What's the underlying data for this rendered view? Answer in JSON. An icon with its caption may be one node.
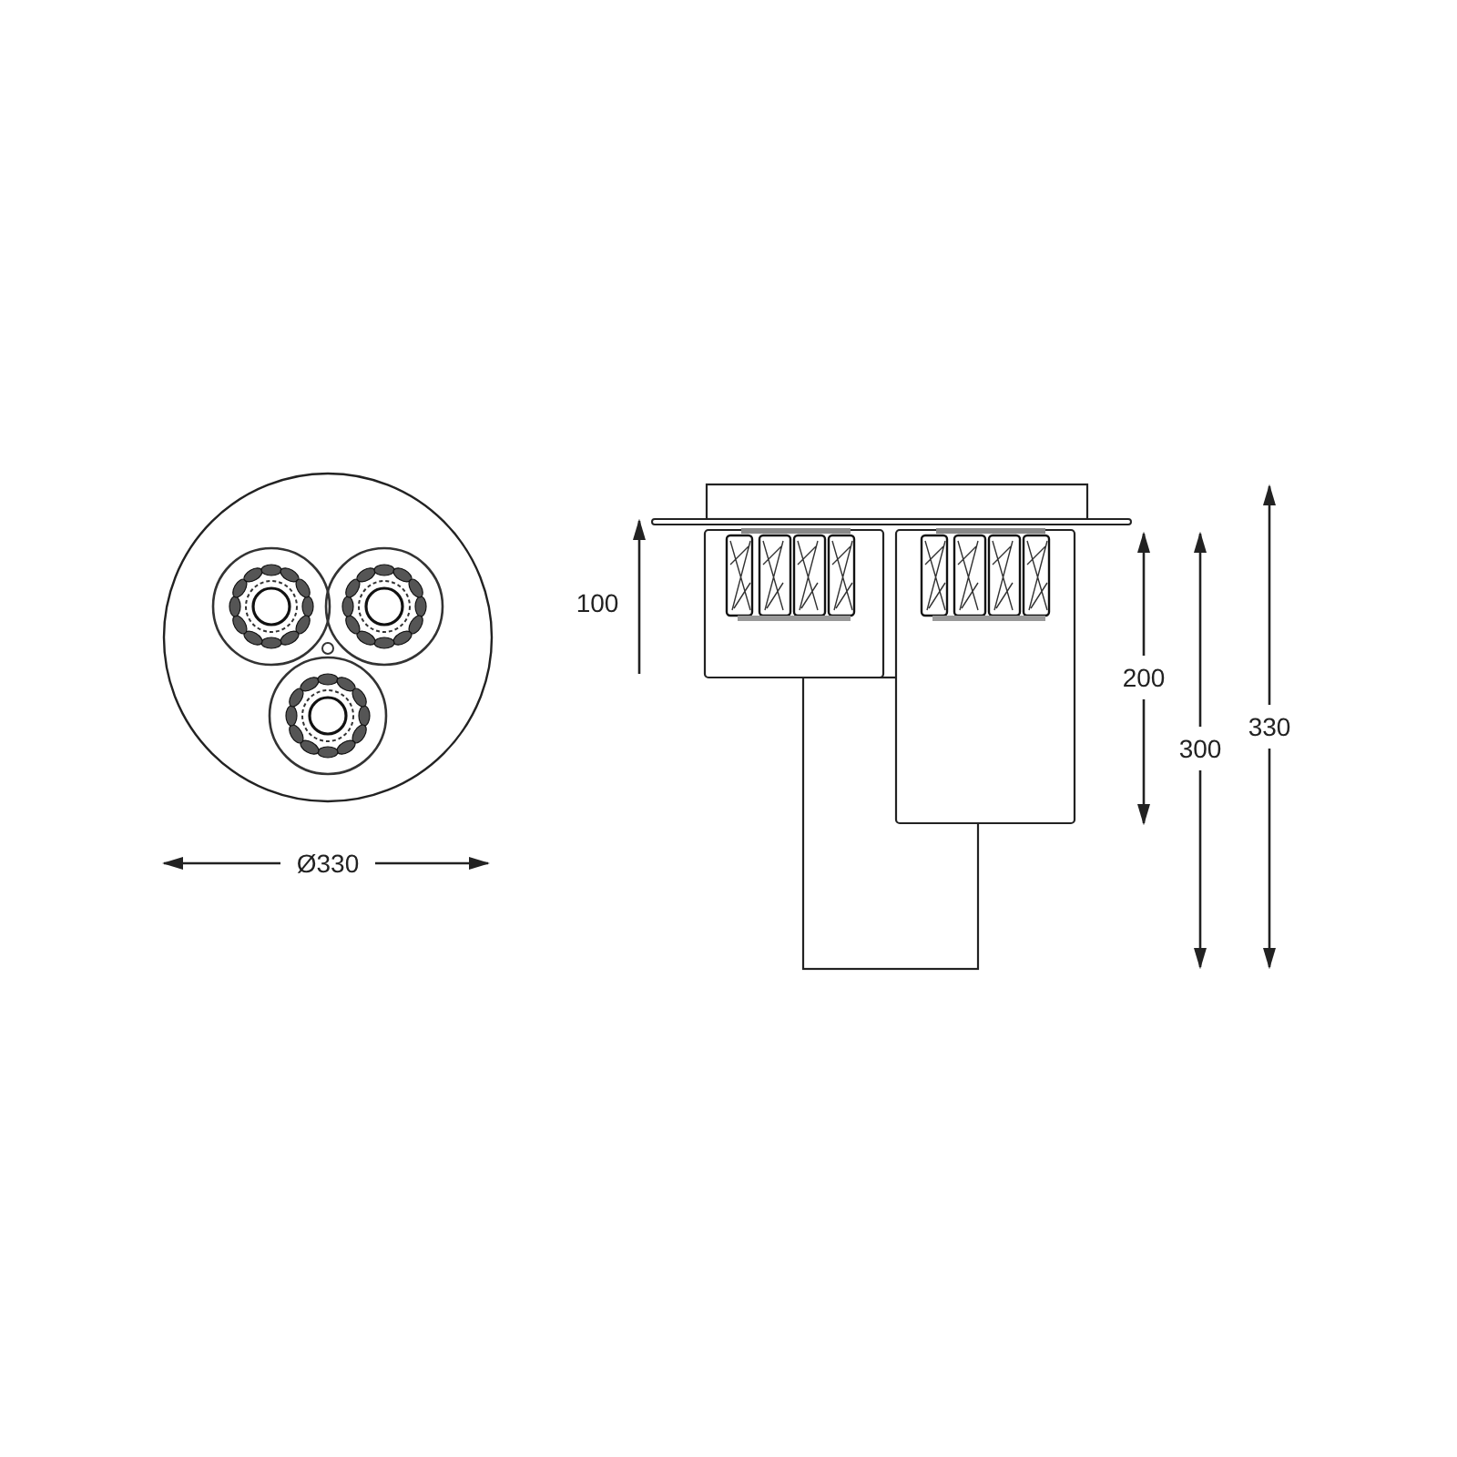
{
  "diagram": {
    "labels": [
      "Ø330",
      "100",
      "200",
      "300",
      "330"
    ]
  }
}
